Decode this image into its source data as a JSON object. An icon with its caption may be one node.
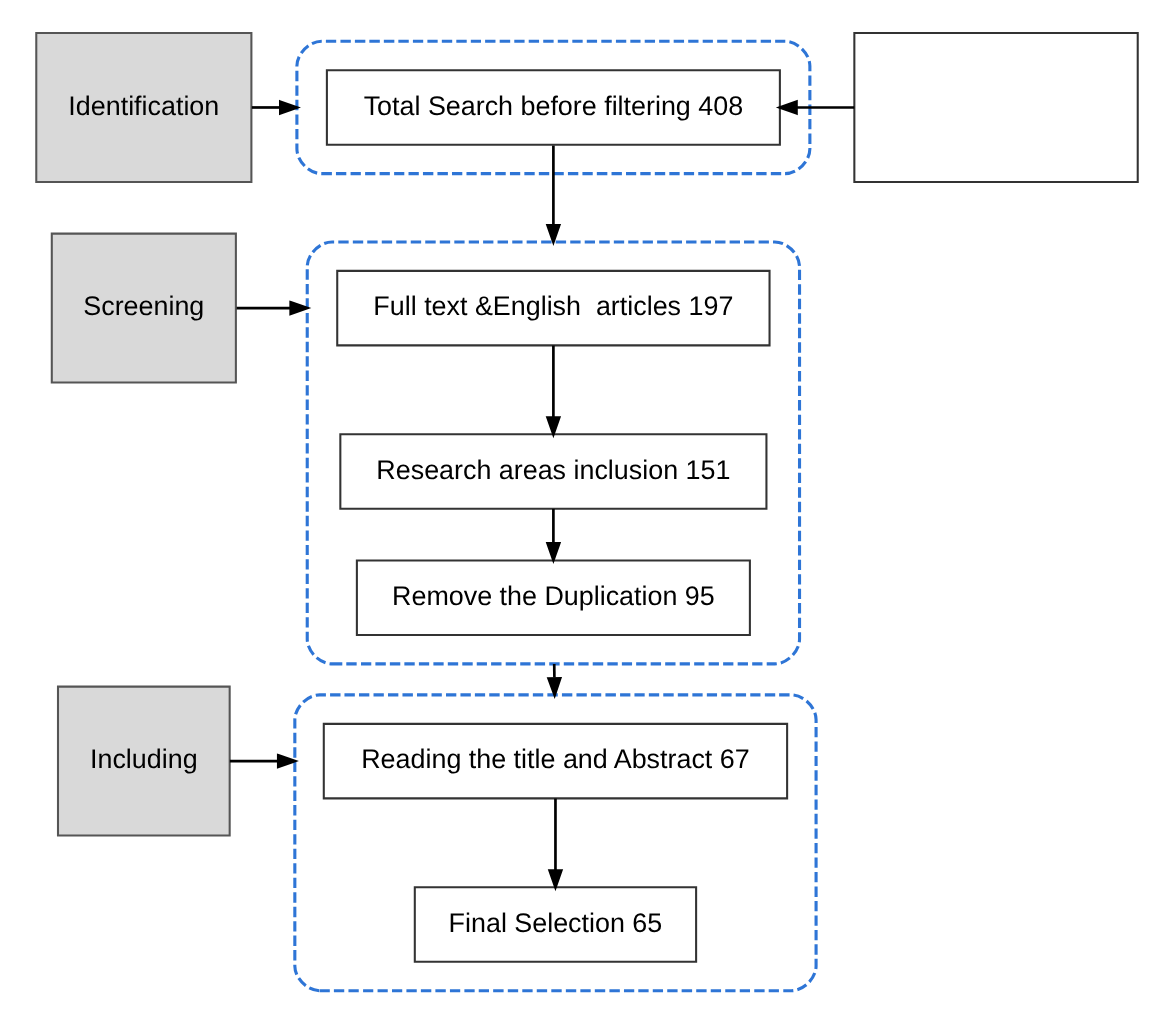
{
  "diagram": {
    "nodes": [
      {
        "text": [
          "Identification"
        ]
      },
      {
        "text": [],
        "shape": "box"
      },
      {
        "text": [
          "Total Search before filtering 408"
        ],
        "in": 1
      },
      {
        "text": [],
        "shape": "box"
      },
      {
        "text": [
          "Screening"
        ]
      },
      {
        "text": [],
        "shape": "box"
      },
      {
        "text": [
          "Full text &English  articles 197"
        ],
        "in": 5
      },
      {
        "text": [
          "Research areas inclusion 151"
        ],
        "in": 5
      },
      {
        "text": [
          "Remove the Duplication 95"
        ],
        "in": 5
      },
      {
        "text": [
          "Including"
        ]
      },
      {
        "text": [],
        "shape": "box"
      },
      {
        "text": [
          "Reading the title and Abstract 67"
        ],
        "in": 10
      },
      {
        "text": [
          "Final Selection 65"
        ],
        "in": 10
      }
    ],
    "edges": [
      {
        "from": 0,
        "to": 1,
        "arrow": "to"
      },
      {
        "from": 3,
        "to": 2,
        "arrow": "to"
      },
      {
        "from": 2,
        "to": 5,
        "arrow": "to"
      },
      {
        "from": 4,
        "to": 5,
        "arrow": "to"
      },
      {
        "from": 6,
        "to": 7,
        "arrow": "to"
      },
      {
        "from": 7,
        "to": 8,
        "arrow": "to"
      },
      {
        "from": 5,
        "to": 10,
        "arrow": "to"
      },
      {
        "from": 9,
        "to": 10,
        "arrow": "to"
      },
      {
        "from": 11,
        "to": 12,
        "arrow": "to"
      }
    ]
  }
}
